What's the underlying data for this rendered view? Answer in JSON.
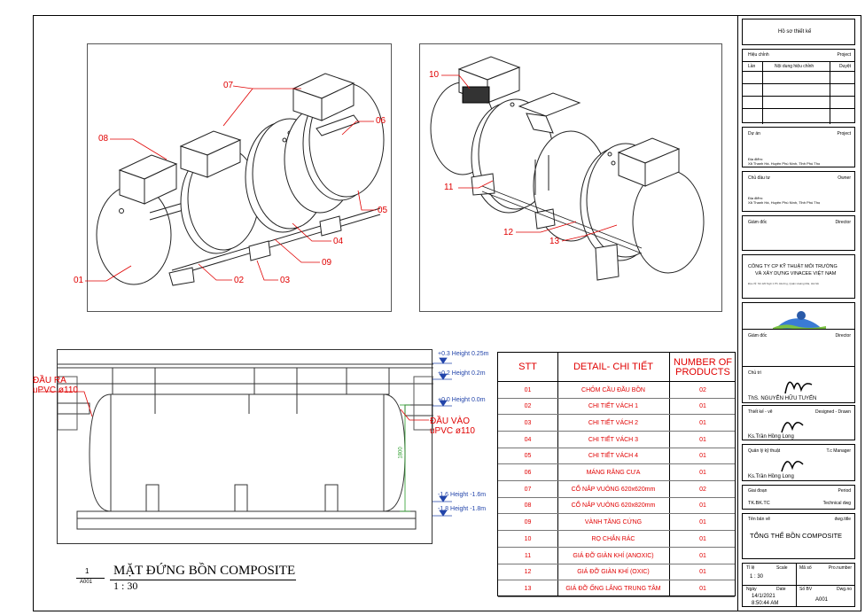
{
  "callouts_left": [
    "01",
    "02",
    "03",
    "04",
    "05",
    "06",
    "07",
    "08",
    "09"
  ],
  "callouts_right": [
    "10",
    "11",
    "12",
    "13"
  ],
  "elevation": {
    "levels": [
      "+0.3",
      "Height 0.25m",
      "+0.2",
      "Height 0.2m",
      "+0.0",
      "Height 0.0m",
      "-1.6",
      "Height -1.6m",
      "-1.8",
      "Height -1.8m"
    ],
    "outlet_label_1": "ĐẦU RA",
    "outlet_label_2": "uPVC ø110",
    "inlet_label_1": "ĐẦU VÀO",
    "inlet_label_2": "uPVC ø110",
    "dim_label": "1800",
    "view_number": "1",
    "view_sheet": "A001",
    "view_title": "MẶT ĐỨNG BỒN COMPOSITE",
    "view_scale": "1 : 30"
  },
  "parts_table": {
    "headers": [
      "STT",
      "DETAIL- CHI TIẾT",
      "NUMBER OF PRODUCTS"
    ],
    "rows": [
      [
        "01",
        "CHỎM CẦU ĐẦU BỒN",
        "02"
      ],
      [
        "02",
        "CHI TIẾT VÁCH 1",
        "01"
      ],
      [
        "03",
        "CHI TIẾT VÁCH 2",
        "01"
      ],
      [
        "04",
        "CHI TIẾT VÁCH 3",
        "01"
      ],
      [
        "05",
        "CHI TIẾT VÁCH 4",
        "01"
      ],
      [
        "06",
        "MÁNG RĂNG CƯA",
        "01"
      ],
      [
        "07",
        "CỔ NẮP VUÔNG 620x620mm",
        "02"
      ],
      [
        "08",
        "CỔ NẮP VUÔNG 620x820mm",
        "01"
      ],
      [
        "09",
        "VÀNH TĂNG CỨNG",
        "01"
      ],
      [
        "10",
        "RỌ CHẮN RÁC",
        "01"
      ],
      [
        "11",
        "GIÁ ĐỠ GIÀN KHÍ (ANOXIC)",
        "01"
      ],
      [
        "12",
        "GIÁ ĐỠ GIÀN KHÍ (OXIC)",
        "01"
      ],
      [
        "13",
        "GIÁ ĐỠ ỐNG LẮNG TRUNG TÂM",
        "01"
      ]
    ]
  },
  "title_block": {
    "design_file": "Hồ sơ thiết kế",
    "revision": "Hiệu chỉnh",
    "project": "Project",
    "rev_col_1": "Lần",
    "rev_col_2": "Nội dung hiệu chỉnh",
    "rev_col_3": "Duyệt",
    "du_an": "Dự án",
    "project2": "Project",
    "address_label_1": "Địa điểm:",
    "address_1": "Xã Thanh Hà, Huyện Phú Nình, Tỉnh Phú Thọ",
    "owner_label": "Chủ đầu tư",
    "owner": "Owner",
    "address_label_2": "Địa điểm:",
    "address_2": "Xã Thanh Hà, Huyện Phú Nình, Tỉnh Phú Thọ",
    "giam_doc": "Giám đốc",
    "director": "Director",
    "company_1": "CÔNG TY CP KỸ THUẬT MÔI TRƯỜNG",
    "company_2": "VÀ XÂY DỰNG VINACEE VIỆT NAM",
    "company_addr": "Địa chỉ: Số 120 Ngõ 1 Ph. Đường, Quận Hoàng Mai, Hà Nội",
    "logo_text": "VINACEE",
    "giam_doc_2": "Giám đốc",
    "director_2": "Director",
    "chu_tri": "Chủ trì",
    "chu_tri_name": "ThS. NGUYỄN HỮU TUYẾN",
    "designer_label": "Thiết kế - vẽ",
    "designer_en": "Designed - Drawn",
    "designer_name": "Ks.Trần Hồng Long",
    "manager_label": "Quản lý kỹ thuật",
    "manager_en": "T.c Manager",
    "manager_name": "Ks.Trần Hồng Long",
    "period_label": "Giai đoạn",
    "period_en": "Period",
    "period_value": "TK.BK.TC",
    "period_value_2": "Technical dwg",
    "sheet_name_label": "Tên bản vẽ",
    "sheet_name_en": "dwg.title",
    "sheet_name": "TỔNG THỂ BỒN COMPOSITE",
    "scale_label": "Tỉ lệ",
    "scale_en": "Scale",
    "proj_no_label": "Mã số",
    "proj_no_en": "Pro.number",
    "scale_value": "1 : 30",
    "date_label": "Ngày",
    "date_en": "Date",
    "sheet_no_label": "Số BV",
    "sheet_no_en": "Dwg.no",
    "date_value_1": "14/1/2021",
    "date_value_2": "8:50:44 AM",
    "sheet_no": "A001"
  }
}
